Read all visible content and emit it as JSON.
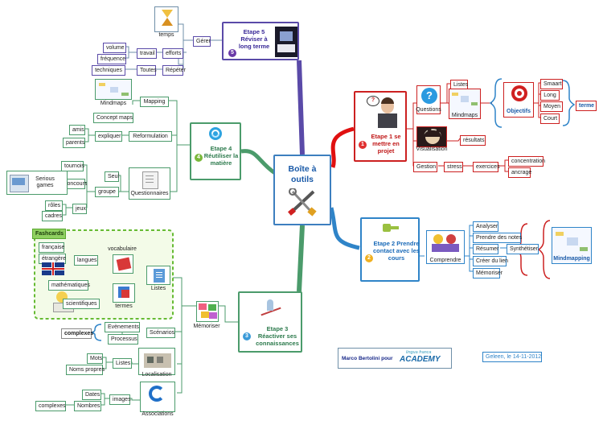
{
  "center": {
    "title": "Boîte à outils"
  },
  "etape1": {
    "title": "Etape 1 se mettre en projet",
    "number": "1"
  },
  "etape2": {
    "title": "Etape 2 Prendre contact avec les cours",
    "number": "2"
  },
  "etape3": {
    "title": "Etape 3 Réactiver ses connaissances",
    "number": "3"
  },
  "etape4": {
    "title": "Etape 4 Réutiliser la matière",
    "number": "4"
  },
  "etape5": {
    "title": "Etape 5 Réviser à long terme",
    "number": "5"
  },
  "e1": {
    "questions": "Questions",
    "listes": "Listes",
    "mindmaps": "Mindmaps",
    "objectifs": "Objectifs",
    "smaart": "Smaart",
    "long": "Long",
    "moyen": "Moyen",
    "court": "Court",
    "terme": "terme",
    "visualisation": "Visualisation",
    "resultats": "résultats",
    "gestion": "Gestion",
    "stress": "stress",
    "exercices": "exercices",
    "concentration": "concentration",
    "ancrage": "ancrage"
  },
  "e2": {
    "comprendre": "Comprendre",
    "analyser": "Analyser",
    "prendre_notes": "Prendre des notes",
    "resumer": "Résumer",
    "synthetiser": "Synthétiser",
    "creer_lien": "Créer du lien",
    "memoriser": "Mémoriser",
    "mindmapping": "Mindmapping"
  },
  "e3": {
    "fashcards": "Fashcards",
    "francaise": "française",
    "etrangere": "étrangère",
    "langues": "langues",
    "vocabulaire": "vocabulaire",
    "mathematiques": "mathématiques",
    "scientifiques": "scientifiques",
    "termes": "termes",
    "listes": "Listes",
    "memoriser": "Mémoriser",
    "complexes": "complexes",
    "evenements": "Evènements",
    "processus": "Processus",
    "scenarios": "Scénarios",
    "mots": "Mots",
    "noms_propres": "Noms propres",
    "listes2": "Listes",
    "localisation": "Localisation",
    "dates": "Dates",
    "nombres": "Nombres",
    "complexes2": "complexes",
    "images": "images",
    "associations": "Associations"
  },
  "e4": {
    "mindmaps": "Mindmaps",
    "concept_maps": "Concept maps",
    "mapping": "Mapping",
    "amis": "amis",
    "parents": "parents",
    "expliquer": "expliquer",
    "reformulation": "Reformulation",
    "seul": "Seul",
    "tournois": "tournois",
    "concours": "concours",
    "serious_games": "Serious games",
    "groupe": "groupe",
    "roles": "rôles",
    "cadres": "cadres",
    "jeux": "jeux",
    "questionnaires": "Questionnaires"
  },
  "e5": {
    "temps": "temps",
    "gerer": "Gérer",
    "volume": "volume",
    "frequence": "fréquence",
    "travail": "travail",
    "efforts": "efforts",
    "techniques": "techniques",
    "toutes": "Toutes",
    "repeter": "Répéter"
  },
  "footer": {
    "author": "Marco Bertolini pour",
    "logo_top": "lingua franca",
    "logo_bottom": "ACADEMY",
    "place_date": "Geleen, le 14-11-2012"
  },
  "colors": {
    "etape1": "#cc2020",
    "etape2": "#2f84c8",
    "etape3": "#4b9b6b",
    "etape4": "#4b9b6b",
    "etape5": "#5a4aa8",
    "center": "#3d7fbf"
  }
}
